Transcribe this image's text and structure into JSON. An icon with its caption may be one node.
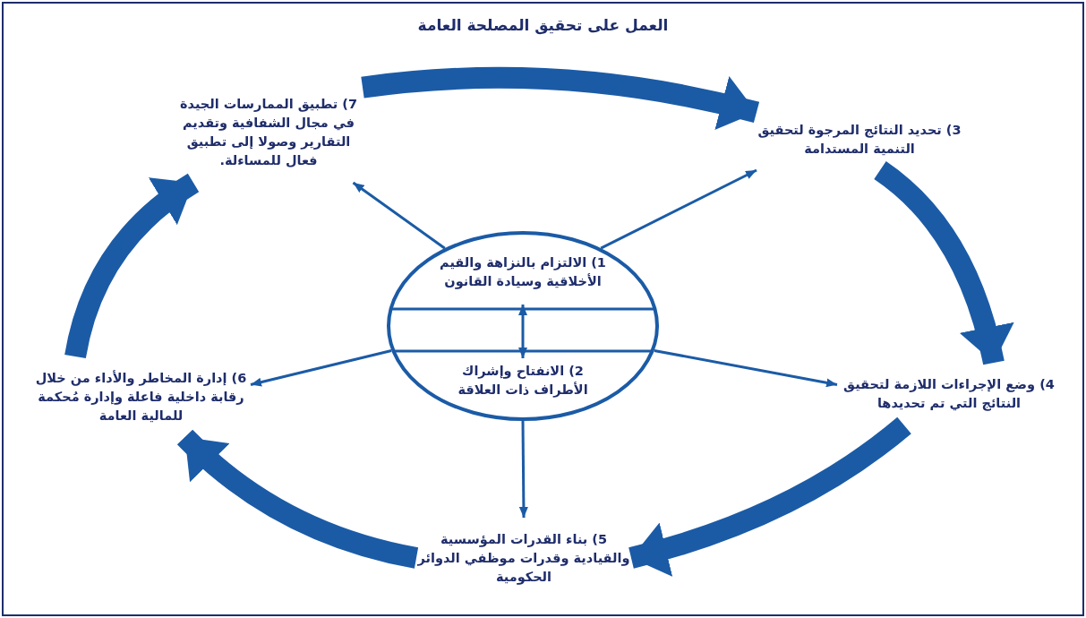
{
  "diagram": {
    "title": "العمل على تحقيق المصلحة العامة",
    "nodes": [
      {
        "text": [],
        "shape": "ellipse"
      },
      {
        "text": [
          "1) الالتزام بالنزاهة والقيم الأخلاقية وسيادة القانون"
        ],
        "in": 0
      },
      {
        "text": [
          "2) الانفتاح وإشراك الأطراف ذات العلاقة"
        ],
        "in": 0
      },
      {
        "text": [
          "3) تحديد النتائج المرجوة لتحقيق التنمية المستدامة"
        ]
      },
      {
        "text": [
          "4) وضع الإجراءات اللازمة لتحقيق النتائج التي تم تحديدها"
        ]
      },
      {
        "text": [
          "5) بناء القدرات المؤسسية والقيادية وقدرات موظفي الدوائر الحكومية"
        ]
      },
      {
        "text": [
          "6) إدارة المخاطر والأداء من خلال رقابة داخلية فاعلة وإدارة مُحكمة للمالية العامة"
        ]
      },
      {
        "text": [
          "7) تطبيق الممارسات الجيدة في مجال الشفافية وتقديم التقارير وصولا إلى تطبيق فعال للمساءلة."
        ]
      }
    ],
    "edges": [
      {
        "from": 1,
        "to": 2,
        "arrow": "both"
      },
      {
        "from": 0,
        "to": 7,
        "arrow": "to"
      },
      {
        "from": 0,
        "to": 3,
        "arrow": "to"
      },
      {
        "from": 0,
        "to": 4,
        "arrow": "to"
      },
      {
        "from": 0,
        "to": 5,
        "arrow": "to"
      },
      {
        "from": 0,
        "to": 6,
        "arrow": "to"
      },
      {
        "from": 7,
        "to": 3,
        "arrow": "to",
        "style": "thick"
      },
      {
        "from": 3,
        "to": 4,
        "arrow": "to",
        "style": "thick"
      },
      {
        "from": 4,
        "to": 5,
        "arrow": "to",
        "style": "thick"
      },
      {
        "from": 5,
        "to": 6,
        "arrow": "to",
        "style": "thick"
      },
      {
        "from": 6,
        "to": 7,
        "arrow": "to",
        "style": "thick"
      }
    ]
  }
}
